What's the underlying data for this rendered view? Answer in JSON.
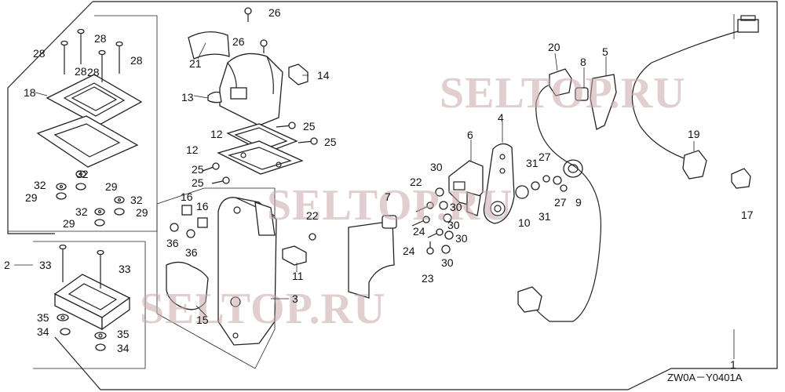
{
  "diagram": {
    "code": "ZW0A－Y0401A",
    "watermarks": [
      "SELTOP.RU",
      "SELTOP.RU",
      "SELTOP.RU"
    ],
    "parts": [
      "1",
      "2",
      "3",
      "4",
      "5",
      "6",
      "7",
      "8",
      "9",
      "10",
      "11",
      "12",
      "12",
      "13",
      "14",
      "15",
      "16",
      "16",
      "17",
      "18",
      "19",
      "20",
      "21",
      "22",
      "22",
      "23",
      "24",
      "24",
      "25",
      "25",
      "25",
      "25",
      "26",
      "26",
      "27",
      "27",
      "28",
      "28",
      "28",
      "28",
      "28",
      "29",
      "29",
      "29",
      "29",
      "30",
      "30",
      "30",
      "30",
      "30",
      "31",
      "31",
      "32",
      "32",
      "32",
      "32",
      "33",
      "33",
      "34",
      "34",
      "35",
      "35",
      "36",
      "36"
    ]
  }
}
